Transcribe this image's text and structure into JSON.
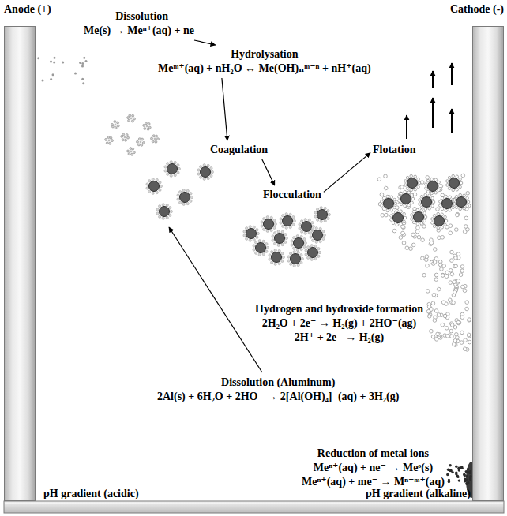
{
  "diagram": {
    "nodes": [
      {
        "text": [
          "Anode (+)"
        ]
      },
      {
        "text": [
          "Cathode (-)"
        ]
      },
      {
        "text": [
          "Dissolution",
          "Me(s) → Meⁿ⁺(aq) + ne⁻"
        ]
      },
      {
        "text": [
          "Hydrolysation",
          "Meᵐ⁺(aq) + nH₂O ↔ Me(OH)ₙᵐ⁻ⁿ + nH⁺(aq)"
        ]
      },
      {
        "text": [
          "Coagulation"
        ]
      },
      {
        "text": [
          "Flotation"
        ]
      },
      {
        "text": [
          "Flocculation"
        ]
      },
      {
        "text": [
          "Hydrogen and hydroxide formation",
          "2H₂O + 2e⁻ → H₂(g) + 2HO⁻(ag)",
          "2H⁺ + 2e⁻ → H₂(g)"
        ]
      },
      {
        "text": [
          "Dissolution (Aluminum)",
          "2Al(s) + 6H₂O + 2HO⁻ → 2[Al(OH)₄]⁻(aq) + 3H₂(g)"
        ]
      },
      {
        "text": [
          "Reduction of metal ions",
          "Meⁿ⁺(aq) + ne⁻ → Meᵒ(s)",
          "Meⁿ⁺(aq) + me⁻ → Mⁿ⁻ᵐ⁺(aq)"
        ]
      }
    ],
    "edges": [
      {
        "from": 2,
        "to": 3,
        "arrow": "to"
      },
      {
        "from": 3,
        "to": 4,
        "arrow": "to"
      },
      {
        "from": 4,
        "to": 6,
        "arrow": "to"
      },
      {
        "from": 6,
        "to": 5,
        "arrow": "to"
      }
    ],
    "labels": [
      "pH gradient (acidic)",
      "pH gradient (alkaline)"
    ]
  }
}
